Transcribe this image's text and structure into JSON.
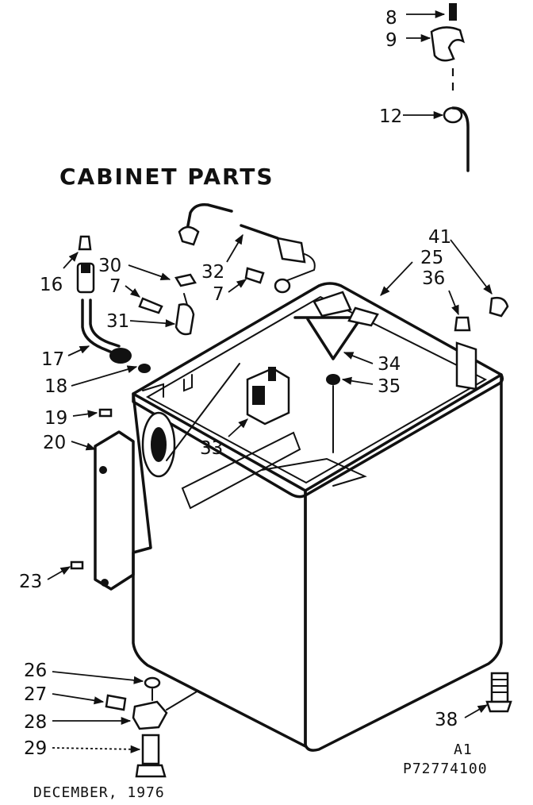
{
  "diagram": {
    "title": "CABINET PARTS",
    "date": "DECEMBER, 1976",
    "figure_code": "A1",
    "part_code": "P72774100",
    "callouts": {
      "c8": "8",
      "c9": "9",
      "c12": "12",
      "c16": "16",
      "c17": "17",
      "c18": "18",
      "c19": "19",
      "c20": "20",
      "c23": "23",
      "c26": "26",
      "c27": "27",
      "c28": "28",
      "c29": "29",
      "c30": "30",
      "c7a": "7",
      "c31": "31",
      "c32": "32",
      "c7b": "7",
      "c33": "33",
      "c34": "34",
      "c35": "35",
      "c36": "36",
      "c25": "25",
      "c41": "41",
      "c38": "38"
    }
  }
}
